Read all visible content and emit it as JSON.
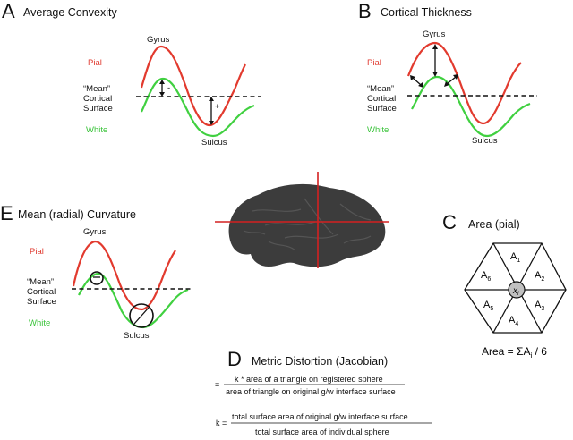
{
  "panelA": {
    "letter": "A",
    "title": "Average Convexity",
    "gyrus": "Gyrus",
    "pial": "Pial",
    "mean1": "“Mean”",
    "mean2": "Cortical",
    "mean3": "Surface",
    "white": "White",
    "sulcus": "Sulcus",
    "minus": "-",
    "plus": "+"
  },
  "panelB": {
    "letter": "B",
    "title": "Cortical Thickness",
    "gyrus": "Gyrus",
    "pial": "Pial",
    "mean1": "“Mean”",
    "mean2": "Cortical",
    "mean3": "Surface",
    "white": "White",
    "sulcus": "Sulcus"
  },
  "panelE": {
    "letter": "E",
    "title": "Mean (radial) Curvature",
    "gyrus": "Gyrus",
    "pial": "Pial",
    "mean1": "“Mean”",
    "mean2": "Cortical",
    "mean3": "Surface",
    "white": "White",
    "sulcus": "Sulcus"
  },
  "panelC": {
    "letter": "C",
    "title": "Area (pial)",
    "center": "x",
    "tri": [
      "A",
      "A",
      "A",
      "A",
      "A",
      "A"
    ],
    "sub": [
      "1",
      "2",
      "3",
      "4",
      "5",
      "6"
    ],
    "eq_left": "Area = ΣA",
    "eq_sub": "i",
    "eq_right": " / 6",
    "center_sub": "i"
  },
  "panelD": {
    "letter": "D",
    "title": "Metric Distortion (Jacobian)",
    "eq1_prefix": "=",
    "eq1_num": "k  *  area of a triangle on registered sphere",
    "eq1_den": "area of triangle on original g/w interface surface",
    "eq2_prefix": "k =",
    "eq2_num": "total surface area of original g/w interface surface",
    "eq2_den": "total surface area of individual sphere"
  },
  "colors": {
    "pial": "#e23a2e",
    "white": "#40d040",
    "crosshair": "#d42020",
    "brain": "#3c3c3c"
  }
}
